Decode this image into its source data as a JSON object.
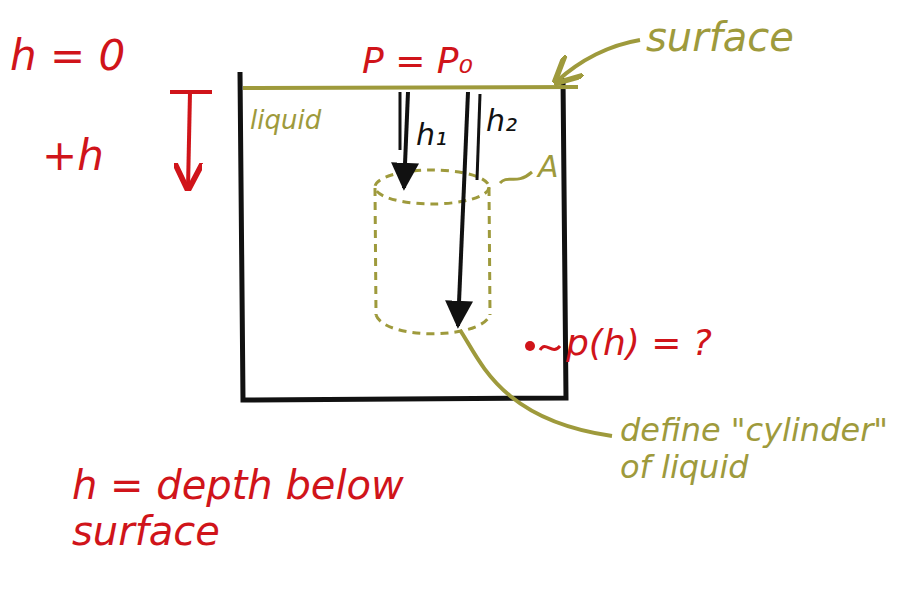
{
  "diagram": {
    "labels": [
      "P = P₀",
      "surface",
      "h = 0",
      "+h",
      "liquid",
      "h₁",
      "h₂",
      "A",
      "p(h) = ?",
      "define \"cylinder\" of liquid",
      "h = depth below surface"
    ]
  }
}
